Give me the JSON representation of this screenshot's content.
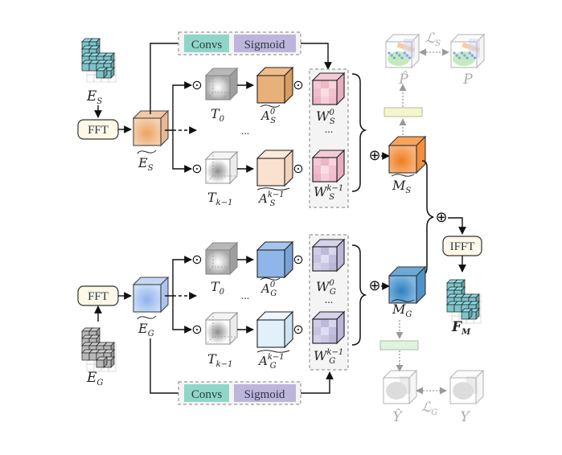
{
  "semantic": {
    "input_label": "E",
    "input_sub": "S",
    "fft_label": "FFT",
    "spectrum_label": "E",
    "spectrum_sub": "S",
    "convs_label": "Convs",
    "sigmoid_label": "Sigmoid",
    "filter_top": {
      "main": "T",
      "sub": "0"
    },
    "filter_bottom": {
      "main": "T",
      "sub": "k−1"
    },
    "amp_top": {
      "main": "A",
      "sup": "0",
      "sub": "S"
    },
    "amp_bottom": {
      "main": "A",
      "sup": "k−1",
      "sub": "S"
    },
    "weight_top": {
      "main": "W",
      "sup": "0",
      "sub": "S"
    },
    "weight_bottom": {
      "main": "W",
      "sup": "k−1",
      "sub": "S"
    },
    "ellipsis": "...",
    "merged": {
      "main": "M",
      "sub": "S"
    },
    "pred_label": "P̂",
    "gt_label": "P",
    "loss": {
      "main": "ℒ",
      "sub": "S"
    }
  },
  "geometry": {
    "input_label": "E",
    "input_sub": "G",
    "fft_label": "FFT",
    "spectrum_label": "E",
    "spectrum_sub": "G",
    "convs_label": "Convs",
    "sigmoid_label": "Sigmoid",
    "filter_top": {
      "main": "T",
      "sub": "0"
    },
    "filter_bottom": {
      "main": "T",
      "sub": "k−1"
    },
    "amp_top": {
      "main": "A",
      "sup": "0",
      "sub": "G"
    },
    "amp_bottom": {
      "main": "A",
      "sup": "k−1",
      "sub": "G"
    },
    "weight_top": {
      "main": "W",
      "sup": "0",
      "sub": "G"
    },
    "weight_bottom": {
      "main": "W",
      "sup": "k−1",
      "sub": "G"
    },
    "ellipsis": "...",
    "merged": {
      "main": "M",
      "sub": "G"
    },
    "pred_label": "Ŷ",
    "gt_label": "Y",
    "loss": {
      "main": "ℒ",
      "sub": "G"
    }
  },
  "fusion": {
    "ifft_label": "IFFT",
    "output_label": "F",
    "output_sub": "M"
  },
  "operators": {
    "hadamard": "⊙",
    "add": "⊕"
  },
  "colors": {
    "convs_bg": "#8fd6c8",
    "sigmoid_bg": "#bdb5dc",
    "voxel_teal": "#7cc4cc",
    "voxel_gray": "#b8b8b8",
    "semantic_orange": "#e8b07a",
    "semantic_merged": "#f39a4a",
    "semantic_amp_light": "#fbe2cf",
    "weight_pink": "#f2bccb",
    "geometry_blue": "#8fb6e8",
    "geometry_merged": "#4f96cf",
    "geometry_amp_light": "#e2f0fb",
    "weight_purple": "#c8c6e2",
    "box_cream": "#fdf8e8",
    "head_yellow": "#f4f6cc",
    "head_green": "#dff4df"
  }
}
